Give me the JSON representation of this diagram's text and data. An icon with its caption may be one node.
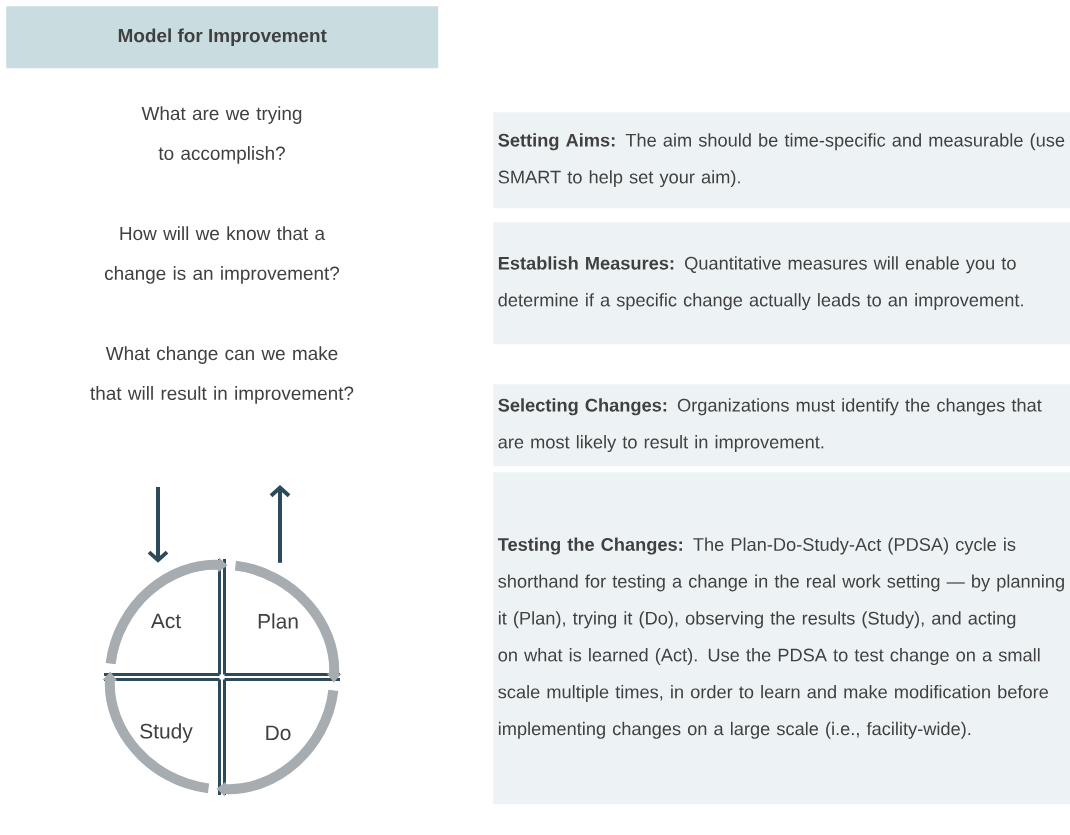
{
  "diagram": {
    "title": "Model for Improvement",
    "nodes": [
      {
        "text": [
          "**Setting Aims:** The aim should be time-specific and measurable (use SMART to help set your aim)."
        ]
      },
      {
        "text": [
          "**Establish Measures:** Quantitative measures will enable you to determine if a specific change actually leads to an improvement."
        ]
      },
      {
        "text": [
          "**Selecting Changes:** Organizations must identify the changes that are most likely to result in improvement."
        ]
      },
      {
        "text": [
          "**Testing the Changes:** The Plan-Do-Study-Act (PDSA) cycle is shorthand for testing a change in the real work setting — by planning it (Plan), trying it (Do), observing the results (Study), and acting on what is learned (Act). Use the PDSA to test change on a small scale multiple times, in order to learn and make modification before implementing changes on a large scale (i.e., facility-wide)."
        ]
      },
      {
        "text": [
          "Act"
        ]
      },
      {
        "text": [
          "Plan"
        ]
      },
      {
        "text": [
          "Study"
        ]
      },
      {
        "text": [
          "Do"
        ]
      }
    ],
    "edges": [
      {
        "from": null,
        "to": 4,
        "arrow": "to",
        "color": "#2c4a5a"
      },
      {
        "from": 5,
        "to": null,
        "arrow": "to",
        "color": "#2c4a5a"
      },
      {
        "from": 4,
        "to": 5,
        "arrow": "to",
        "color": "#a7acb0"
      },
      {
        "from": 5,
        "to": 7,
        "arrow": "to",
        "color": "#a7acb0"
      },
      {
        "from": 7,
        "to": 6,
        "arrow": "to",
        "color": "#a7acb0"
      },
      {
        "from": 6,
        "to": 4,
        "arrow": "to",
        "color": "#a7acb0"
      }
    ],
    "labels": [
      "What are we trying to accomplish?",
      "How will we know that a change is an improvement?",
      "What change can we make that will result in improvement?"
    ]
  }
}
